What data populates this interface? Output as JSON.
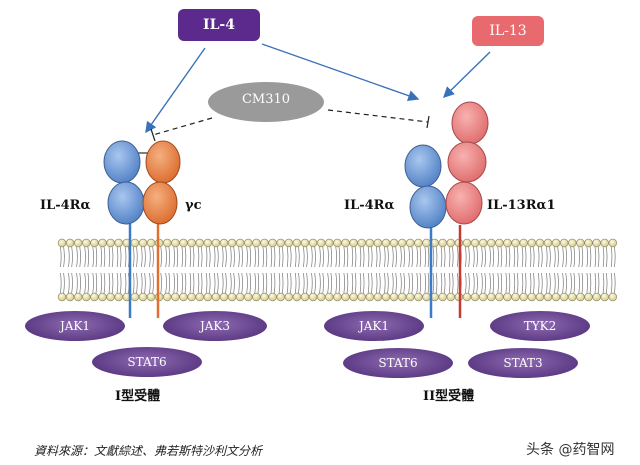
{
  "ligands": {
    "il4": "IL-4",
    "il13": "IL-13",
    "drug": "CM310"
  },
  "receptor_labels": {
    "left_alpha": "IL-4Rα",
    "left_gc": "γc",
    "right_alpha": "IL-4Rα",
    "right_13": "IL-13Rα1"
  },
  "kinases": {
    "jak1_left": "JAK1",
    "jak3": "JAK3",
    "stat6_left": "STAT6",
    "jak1_right": "JAK1",
    "tyk2": "TYK2",
    "stat6_right": "STAT6",
    "stat3": "STAT3"
  },
  "captions": {
    "type1": "I型受體",
    "type2": "II型受體"
  },
  "source": "資料來源：文獻綜述、弗若斯特沙利文分析",
  "watermark": "头条 @药智网",
  "colors": {
    "il4_box": "#5b2a8c",
    "il13_box": "#e86a6e",
    "blue_domain": "#6d98d6",
    "orange_domain": "#e7804a",
    "pink_domain": "#ea8485",
    "cm310": "#9a9a9a",
    "arrow": "#3a72b9"
  }
}
